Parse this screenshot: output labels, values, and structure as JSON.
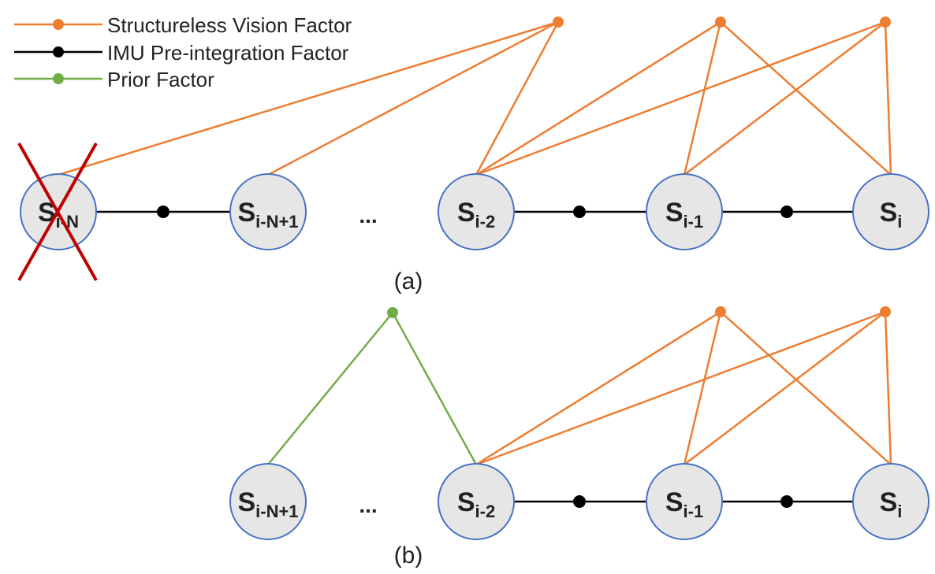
{
  "colors": {
    "vision": "#ED7D31",
    "imu": "#000000",
    "prior": "#70AD47",
    "node_fill": "#E7E6E6",
    "node_stroke": "#4472C4",
    "cross": "#C00000"
  },
  "legend": [
    {
      "label": "Structureless Vision Factor",
      "color": "#ED7D31"
    },
    {
      "label": "IMU Pre-integration Factor",
      "color": "#000000"
    },
    {
      "label": "Prior Factor",
      "color": "#70AD47"
    }
  ],
  "panel_a": {
    "caption": "(a)",
    "ellipsis": "...",
    "nodes": [
      {
        "base": "S",
        "sub": "i-N",
        "marginalized": true
      },
      {
        "base": "S",
        "sub": "i-N+1"
      },
      {
        "base": "S",
        "sub": "i-2"
      },
      {
        "base": "S",
        "sub": "i-1"
      },
      {
        "base": "S",
        "sub": "i"
      }
    ]
  },
  "panel_b": {
    "caption": "(b)",
    "ellipsis": "...",
    "nodes": [
      {
        "base": "S",
        "sub": "i-N+1"
      },
      {
        "base": "S",
        "sub": "i-2"
      },
      {
        "base": "S",
        "sub": "i-1"
      },
      {
        "base": "S",
        "sub": "i"
      }
    ]
  }
}
